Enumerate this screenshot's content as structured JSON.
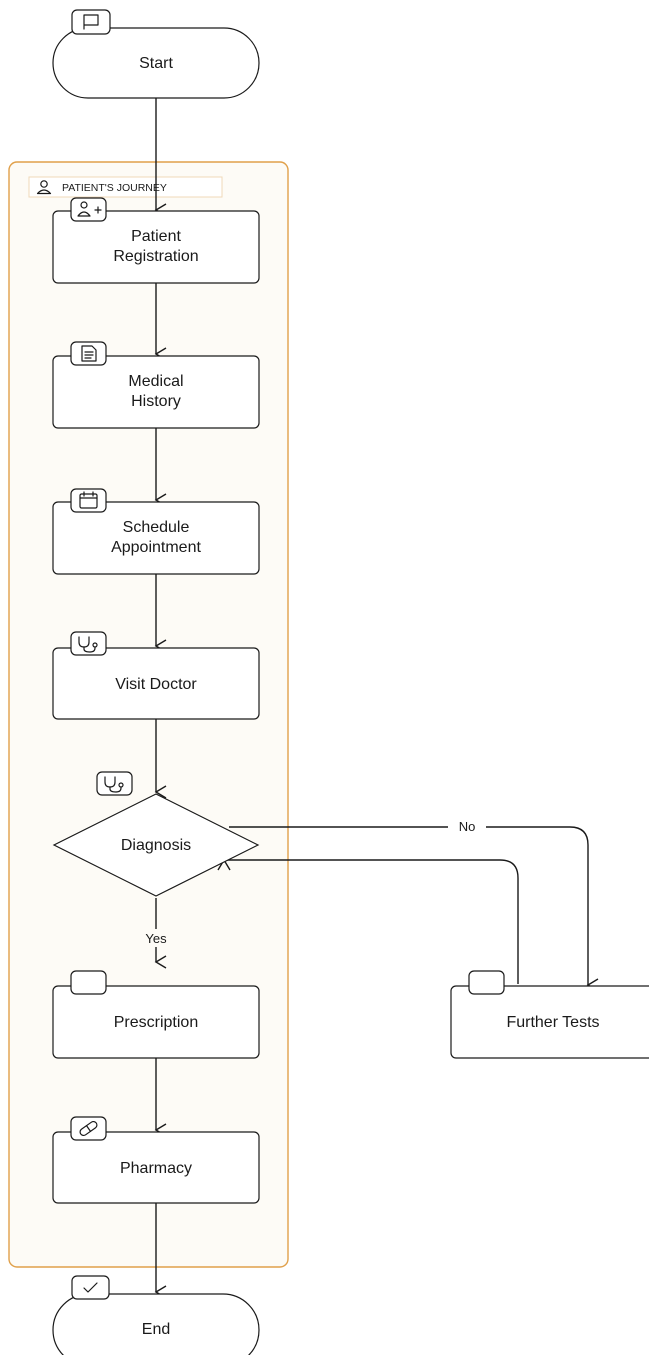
{
  "group": {
    "label": "PATIENT'S JOURNEY",
    "icon": "user-icon",
    "border_color": "#e0a04a",
    "fill_color": "#fdfbf6"
  },
  "nodes": {
    "start": {
      "label": "Start",
      "icon": "flag-icon"
    },
    "registration": {
      "label_line1": "Patient",
      "label_line2": "Registration",
      "icon": "user-plus-icon"
    },
    "history": {
      "label_line1": "Medical",
      "label_line2": "History",
      "icon": "document-icon"
    },
    "schedule": {
      "label_line1": "Schedule",
      "label_line2": "Appointment",
      "icon": "calendar-icon"
    },
    "visit": {
      "label": "Visit Doctor",
      "icon": "stethoscope-icon"
    },
    "diagnosis": {
      "label": "Diagnosis",
      "icon": "stethoscope-icon"
    },
    "prescription": {
      "label": "Prescription",
      "icon": "blank-icon"
    },
    "pharmacy": {
      "label": "Pharmacy",
      "icon": "pill-icon"
    },
    "tests": {
      "label": "Further Tests",
      "icon": "blank-icon"
    },
    "end": {
      "label": "End",
      "icon": "check-icon"
    }
  },
  "edges": {
    "yes_label": "Yes",
    "no_label": "No"
  }
}
